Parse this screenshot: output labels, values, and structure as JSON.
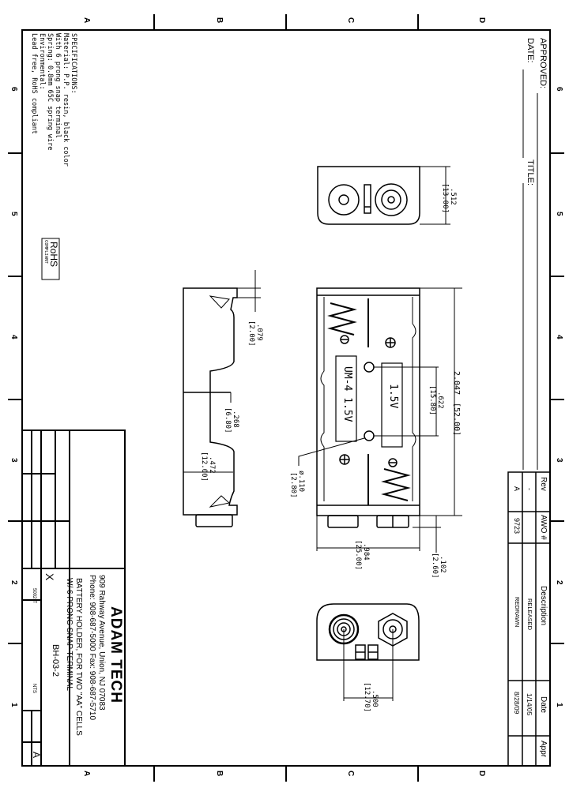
{
  "border": {
    "column_labels": [
      "A",
      "B",
      "C",
      "D"
    ],
    "row_labels": [
      "6",
      "5",
      "4",
      "3",
      "2",
      "1"
    ]
  },
  "approval": {
    "approved_label": "APPROVED:",
    "date_label": "DATE:",
    "title_label": "TITLE:"
  },
  "specifications": {
    "heading": "SPECIFICATIONS:",
    "lines": [
      "Material: P.P. resin, black color",
      "With 6 prong snap terminal",
      "Spring: 0.8mm 65C spring wire",
      "Environmental:",
      "Lead free, RoHS compliant"
    ]
  },
  "rohs_badge": {
    "main": "RoHS",
    "sub": "COMPLIANT"
  },
  "revision_table": {
    "headers": [
      "Rev",
      "AWO #",
      "Description",
      "Date",
      "Appr"
    ],
    "rows": [
      {
        "rev": "-",
        "awo": "",
        "description": "RELEASED",
        "date": "1/14/05",
        "appr": ""
      },
      {
        "rev": "A",
        "awo": "9723",
        "description": "REDRAWN",
        "date": "8/28/09",
        "appr": ""
      }
    ]
  },
  "title_block": {
    "company": "ADAM TECH",
    "address": "909 Rahway Avenue, Union, NJ 07083",
    "phone": "Phone: 908-687-5000 Fax: 908-687-5710",
    "description_line1": "BATTERY HOLDER, FOR TWO \"AA\" CELLS",
    "description_line2": "W/ 6 PRONG SNAP TERMINAL",
    "part_number": "BH-03-2",
    "scale": "NTS",
    "sheet": "5002-T",
    "drawn_mark": "X",
    "rev": "A"
  },
  "dimensions": {
    "end_view_height": ".512",
    "end_view_height_mm": "[13.00]",
    "overall_length": "2.047",
    "overall_length_mm": "[52.00]",
    "hole_spacing": ".622",
    "hole_spacing_mm": "[15.80]",
    "hole_diameter": "ø.110",
    "hole_diameter_mm": "[2.80]",
    "width": ".984",
    "width_mm": "[25.00]",
    "terminal_height": ".102",
    "terminal_height_mm": "[2.60]",
    "side_top": ".079",
    "side_top_mm": "[2.00]",
    "side_mid": ".268",
    "side_mid_mm": "[6.80]",
    "side_depth": ".472",
    "side_depth_mm": "[12.00]",
    "terminal_spacing": ".500",
    "terminal_spacing_mm": "[12.70]"
  },
  "top_view": {
    "cell_label_left": "UM-4 1.5V",
    "cell_label_right": "1.5V"
  }
}
